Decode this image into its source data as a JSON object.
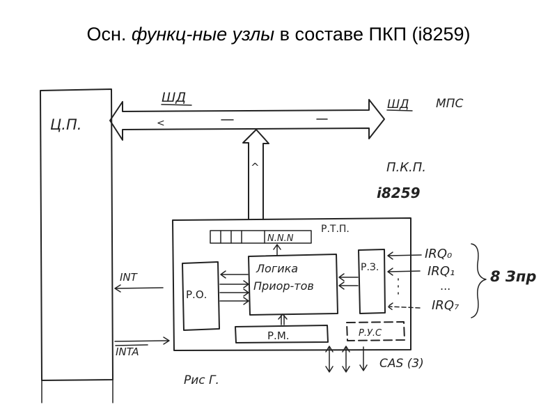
{
  "title": {
    "prefix": "Осн. ",
    "italic": "функц-ные узлы",
    "suffix": " в составе ПКП (i8259)"
  },
  "diagram": {
    "cpu_label": "Ц.П.",
    "bus_left_label": "ШД",
    "bus_right_label": "ШД",
    "bus_right_suffix": "МПС",
    "bus_inner_mark": "<",
    "up_arrow_mark": "^",
    "pic_label_1": "П.К.П.",
    "pic_label_2": "i8259",
    "rtp_label": "Р.Т.П.",
    "nnn_label": "N.N.N",
    "ro_label": "Р.О.",
    "logic_label_1": "Логика",
    "logic_label_2": "Приор-тов",
    "rz_label": "Р.З.",
    "rm_label": "Р.М.",
    "ruc_label": "Р.У.С",
    "int_label": "INT",
    "inta_label": "INTA",
    "irq0_label": "IRQ₀",
    "irq1_label": "IRQ₁",
    "irq_dots": "...",
    "irq7_label": "IRQ₇",
    "brace_label": "8 Зпр",
    "cas_label": "CAS (3)",
    "fig_caption": "Рис Г."
  }
}
